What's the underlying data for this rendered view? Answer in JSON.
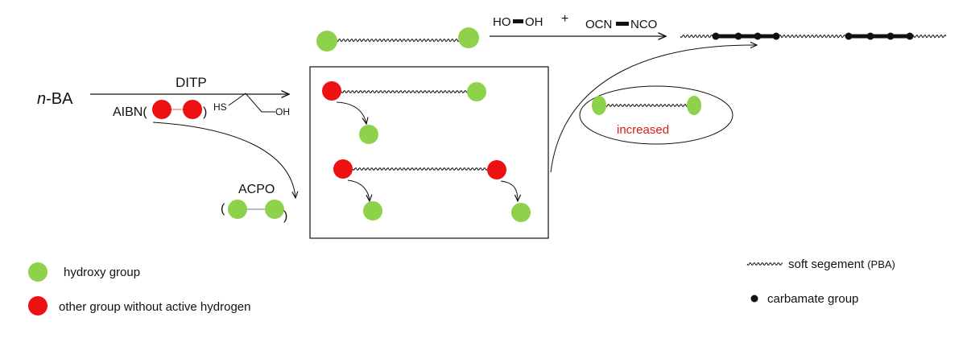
{
  "colors": {
    "hydroxy": "#8ed14a",
    "other": "#ee1111",
    "line": "#111111",
    "accent_text": "#d81b1b"
  },
  "labels": {
    "monomer_prefix": "n",
    "monomer_suffix": "-BA",
    "ditp": "DITP",
    "aibn": "AIBN(",
    "aibn_close": ")",
    "thiol_hs": "HS",
    "thiol_oh": "OH",
    "acpo": "ACPO",
    "acpo_open": "(",
    "acpo_close": ")",
    "diol_left": "HO",
    "diol_right": "OH",
    "plus": "+",
    "diiso_left": "OCN",
    "diiso_right": "NCO",
    "increased": "increased"
  },
  "legend": {
    "hydroxy": "hydroxy group",
    "other": "other group without active hydrogen",
    "soft_segment": "soft segement",
    "soft_segment_note": "(PBA)",
    "carbamate": "carbamate group"
  }
}
